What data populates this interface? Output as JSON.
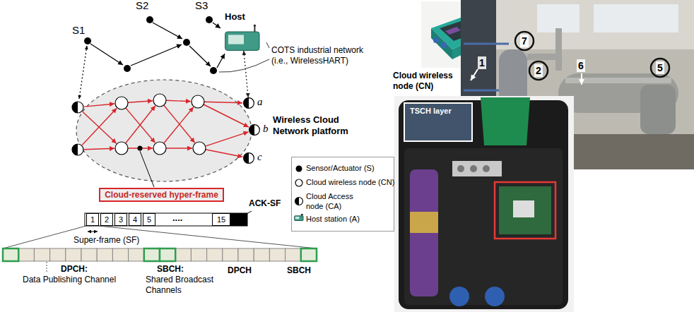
{
  "diagram": {
    "nodes": [
      {
        "text": [
          "S1"
        ]
      },
      {
        "text": [
          "S2"
        ]
      },
      {
        "text": [
          "S3"
        ]
      },
      {
        "text": [
          "Host"
        ]
      },
      {
        "text": [
          "a"
        ]
      },
      {
        "text": [
          "b"
        ]
      },
      {
        "text": [
          "c"
        ]
      },
      {
        "text": [
          "Cloud-reserved hyper-frame"
        ]
      },
      {
        "text": [
          "1"
        ]
      },
      {
        "text": [
          "2"
        ]
      },
      {
        "text": [
          "3"
        ]
      },
      {
        "text": [
          "4"
        ]
      },
      {
        "text": [
          "5"
        ]
      },
      {
        "text": [
          "15"
        ]
      }
    ],
    "edges": [
      {
        "from": 3,
        "to": 4,
        "arrow": "both"
      }
    ],
    "labels": [
      "COTS industrial network (i.e., WirelessHART)",
      "Wireless Cloud Network platform",
      "....",
      "ACK-SF",
      "Super-frame (SF)",
      "DPCH:",
      "Data Publishing Channel",
      "SBCH:",
      "Shared Broadcast Channels",
      "DPCH",
      "SBCH",
      "Cloud wireless node (CN)",
      "TSCH layer",
      "1",
      "7",
      "2",
      "6",
      "5"
    ],
    "legend": [
      {
        "text": "Sensor/Actuator (S)"
      },
      {
        "text": "Cloud wireless node (CN)"
      },
      {
        "text": "Cloud Access node (CA)"
      },
      {
        "text": "Host station (A)"
      }
    ]
  }
}
